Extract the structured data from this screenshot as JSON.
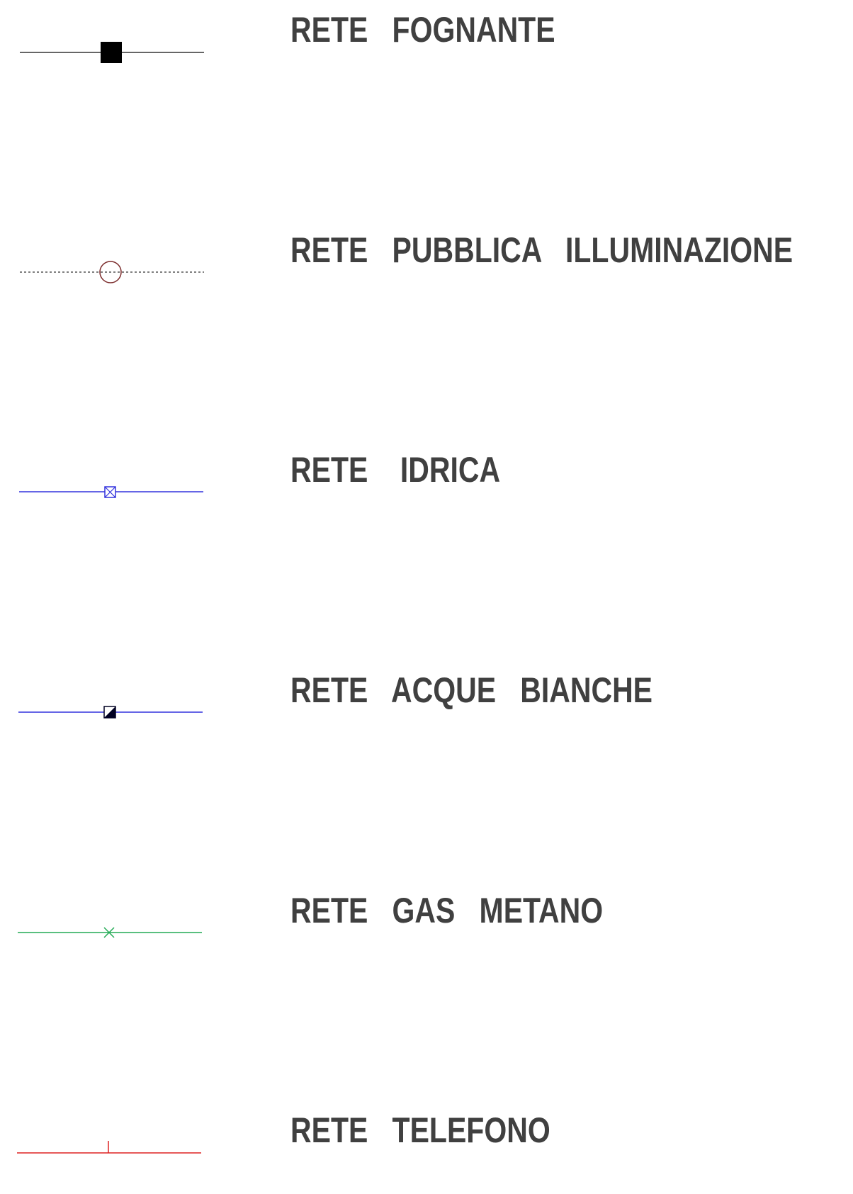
{
  "legend": {
    "items": [
      {
        "key": "fognante",
        "label": "RETE   FOGNANTE",
        "line_color": "#333333",
        "line_style": "solid",
        "marker": "filled-square",
        "marker_color": "#000000"
      },
      {
        "key": "illuminazione",
        "label": "RETE   PUBBLICA   ILLUMINAZIONE",
        "line_color": "#555555",
        "line_style": "dotted",
        "marker": "circle",
        "marker_color": "#7a2a2a"
      },
      {
        "key": "idrica",
        "label": "RETE    IDRICA",
        "line_color": "#3333dd",
        "line_style": "solid",
        "marker": "crossed-square",
        "marker_color": "#3333dd"
      },
      {
        "key": "acque-bianche",
        "label": "RETE   ACQUE   BIANCHE",
        "line_color": "#3333dd",
        "line_style": "solid",
        "marker": "half-filled-square",
        "marker_color": "#000022"
      },
      {
        "key": "gas-metano",
        "label": "RETE   GAS   METANO",
        "line_color": "#22aa55",
        "line_style": "solid",
        "marker": "x-cross",
        "marker_color": "#22aa55"
      },
      {
        "key": "telefono",
        "label": "RETE   TELEFONO",
        "line_color": "#dd2222",
        "line_style": "solid",
        "marker": "tick",
        "marker_color": "#dd2222"
      }
    ]
  }
}
